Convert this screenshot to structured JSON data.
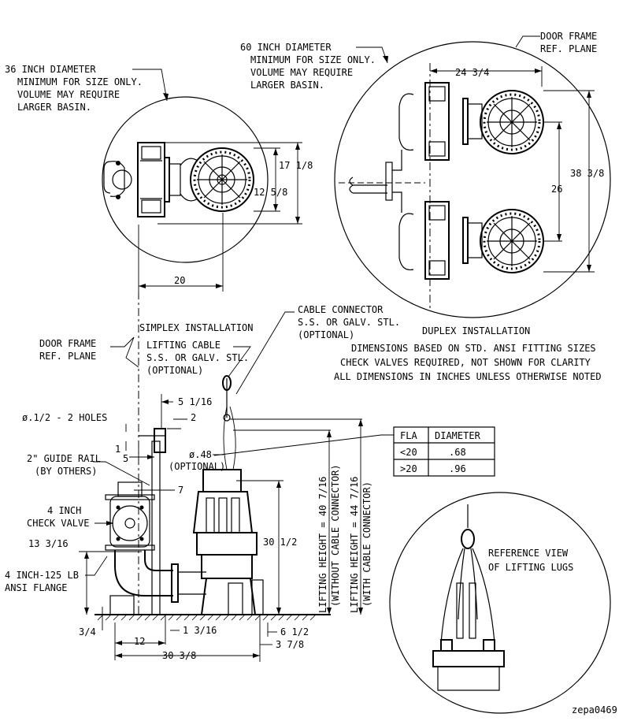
{
  "drawing_id": "zepa0469",
  "simplex": {
    "basin_note": [
      "36 INCH DIAMETER",
      "MINIMUM FOR SIZE ONLY.",
      "VOLUME MAY REQUIRE",
      "LARGER BASIN."
    ],
    "dim_17_1_8": "17 1/8",
    "dim_12_5_8": "12 5/8",
    "dim_20": "20",
    "title": "SIMPLEX INSTALLATION"
  },
  "duplex": {
    "basin_note": [
      "60 INCH DIAMETER",
      "MINIMUM FOR SIZE ONLY.",
      "VOLUME MAY REQUIRE",
      "LARGER BASIN."
    ],
    "door_frame": [
      "DOOR FRAME",
      "REF. PLANE"
    ],
    "dim_24_3_4": "24 3/4",
    "dim_38_3_8": "38 3/8",
    "dim_26": "26",
    "title": "DUPLEX INSTALLATION"
  },
  "cable_connector_note": [
    "CABLE CONNECTOR",
    "S.S. OR GALV. STL.",
    "(OPTIONAL)"
  ],
  "lifting_cable_note": [
    "LIFTING CABLE",
    "S.S. OR GALV. STL.",
    "(OPTIONAL)"
  ],
  "door_frame_left": [
    "DOOR FRAME",
    "REF. PLANE"
  ],
  "general_notes": [
    "DIMENSIONS BASED ON STD. ANSI FITTING SIZES",
    "CHECK VALVES REQUIRED, NOT SHOWN FOR CLARITY",
    "ALL DIMENSIONS IN INCHES UNLESS OTHERWISE NOTED"
  ],
  "elevation": {
    "holes": "ø.1/2 - 2 HOLES",
    "guide_rail": [
      "2\" GUIDE RAIL",
      "(BY OTHERS)"
    ],
    "check_valve": [
      "4 INCH",
      "CHECK VALVE"
    ],
    "flange": [
      "4 INCH-125 LB",
      "ANSI FLANGE"
    ],
    "dim_5_1_16": "5 1/16",
    "dim_2": "2",
    "dim_1": "1",
    "dim_5": "5",
    "dim_7": "7",
    "dim_048": "ø.48",
    "dim_048_opt": "(OPTIONAL)",
    "dim_13_3_16": "13 3/16",
    "dim_3_4": "3/4",
    "dim_12": "12",
    "dim_1_3_16": "1 3/16",
    "dim_30_3_8": "30 3/8",
    "dim_30_1_2": "30 1/2",
    "dim_6_1_2": "6 1/2",
    "dim_3_7_8": "3 7/8",
    "lift_without": [
      "LIFTING HEIGHT = 40 7/16",
      "(WITHOUT CABLE CONNECTOR)"
    ],
    "lift_with": [
      "LIFTING HEIGHT = 44 7/16",
      "(WITH CABLE CONNECTOR)"
    ]
  },
  "fla_table": {
    "headers": [
      "FLA",
      "DIAMETER"
    ],
    "rows": [
      [
        "<20",
        ".68"
      ],
      [
        ">20",
        ".96"
      ]
    ]
  },
  "lifting_lugs_title": [
    "REFERENCE VIEW",
    "OF LIFTING LUGS"
  ]
}
